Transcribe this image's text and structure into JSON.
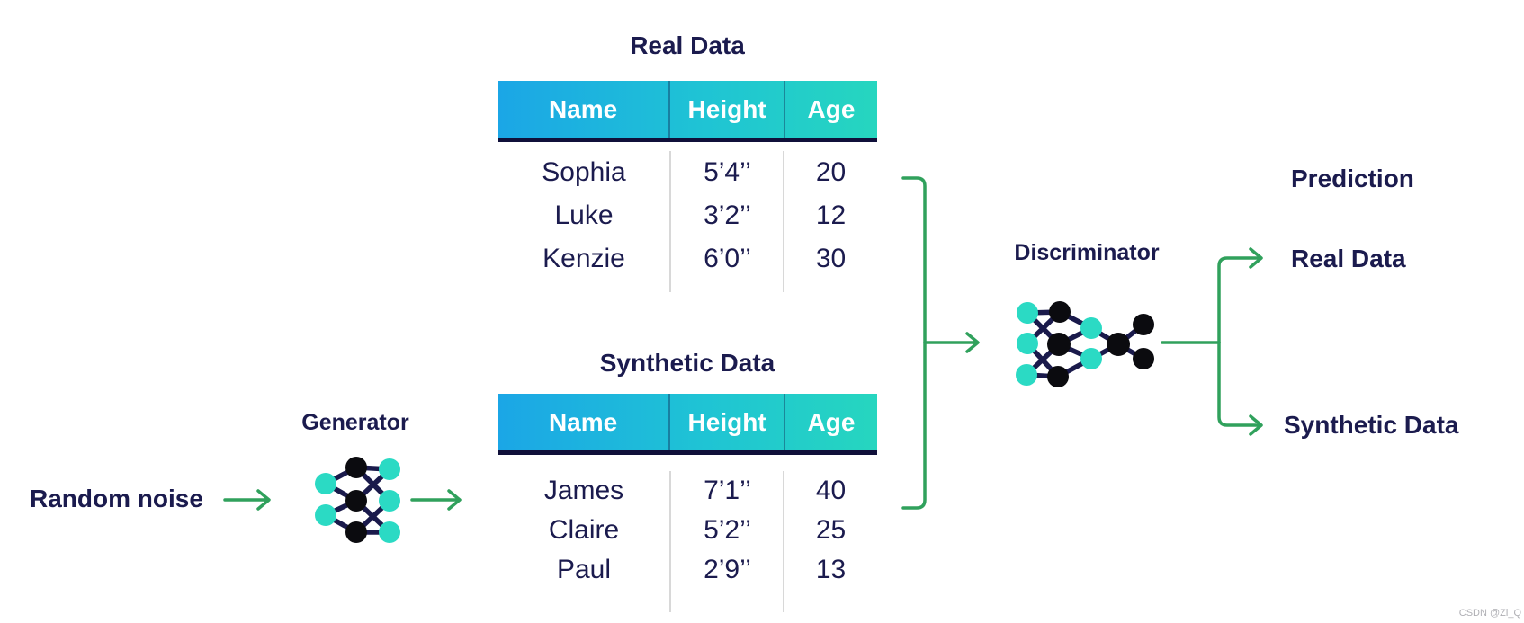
{
  "diagram": {
    "random_noise_label": "Random noise",
    "generator_label": "Generator",
    "discriminator_label": "Discriminator",
    "prediction_label": "Prediction",
    "output_real_label": "Real Data",
    "output_synthetic_label": "Synthetic Data"
  },
  "real_table": {
    "title": "Real Data",
    "columns": [
      "Name",
      "Height",
      "Age"
    ],
    "rows": [
      {
        "name": "Sophia",
        "height": "5’4’’",
        "age": "20"
      },
      {
        "name": "Luke",
        "height": "3’2’’",
        "age": "12"
      },
      {
        "name": "Kenzie",
        "height": "6’0’’",
        "age": "30"
      }
    ]
  },
  "synthetic_table": {
    "title": "Synthetic Data",
    "columns": [
      "Name",
      "Height",
      "Age"
    ],
    "rows": [
      {
        "name": "James",
        "height": "7’1’’",
        "age": "40"
      },
      {
        "name": "Claire",
        "height": "5’2’’",
        "age": "25"
      },
      {
        "name": "Paul",
        "height": "2’9’’",
        "age": "13"
      }
    ]
  },
  "icons": {
    "generator_icon": "neural-network-icon",
    "discriminator_icon": "neural-network-icon",
    "arrow_icons": "green-flow-arrows"
  },
  "colors": {
    "header_gradient_left": "#1BA6E6",
    "header_gradient_right": "#26D6BF",
    "node_teal": "#2BDAC4",
    "node_black": "#0B0B0F",
    "edge_navy": "#1A1A4B",
    "text_navy": "#1B1B4E",
    "arrow_green": "#30A15C",
    "separator_gray": "#D8D8D8",
    "header_underline_navy": "#10103A"
  },
  "watermark": "CSDN @Zi_Q"
}
